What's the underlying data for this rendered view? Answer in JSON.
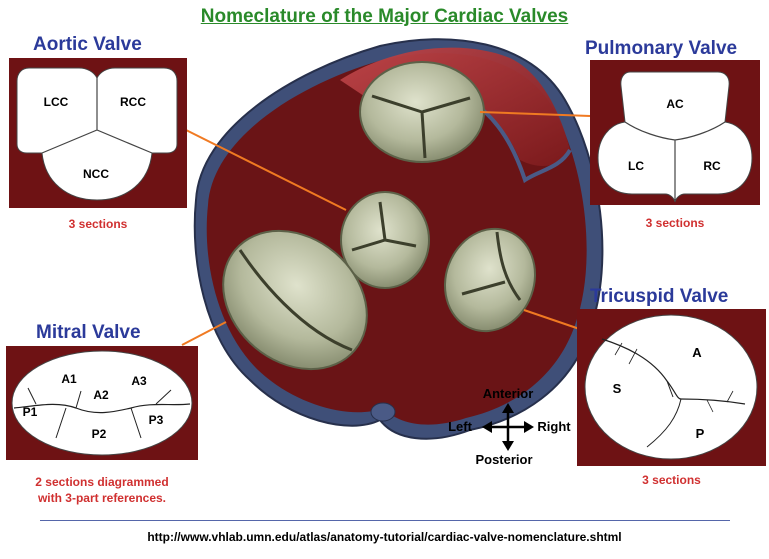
{
  "title": "Nomeclature of the Major Cardiac Valves",
  "aortic": {
    "title": "Aortic Valve",
    "labels": [
      "LCC",
      "RCC",
      "NCC"
    ],
    "caption": "3 sections"
  },
  "pulmonary": {
    "title": "Pulmonary Valve",
    "labels": [
      "AC",
      "LC",
      "RC"
    ],
    "caption": "3 sections"
  },
  "mitral": {
    "title": "Mitral Valve",
    "labels": [
      "A1",
      "A2",
      "A3",
      "P1",
      "P2",
      "P3"
    ],
    "caption_line1": "2 sections diagrammed",
    "caption_line2": "with 3-part references."
  },
  "tricuspid": {
    "title": "Tricuspid Valve",
    "labels": [
      "A",
      "S",
      "P"
    ],
    "caption": "3 sections"
  },
  "compass": {
    "anterior": "Anterior",
    "posterior": "Posterior",
    "left": "Left",
    "right": "Right"
  },
  "url": "http://www.vhlab.umn.edu/atlas/anatomy-tutorial/cardiac-valve-nomenclature.shtml",
  "colors": {
    "title_green": "#2a8a2a",
    "heading_blue": "#2b3a9a",
    "caption_red": "#d03030",
    "panel_maroon": "#6e1214",
    "leader_orange": "#f07a22"
  }
}
